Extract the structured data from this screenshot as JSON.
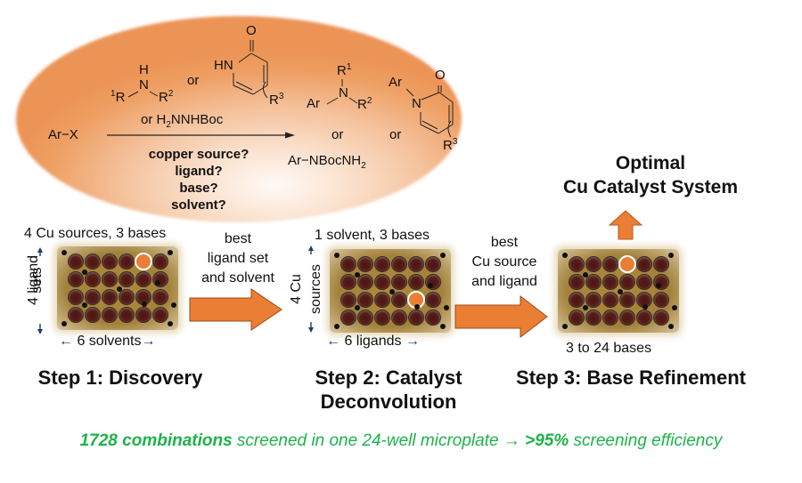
{
  "scheme": {
    "reactant": "Ar−X",
    "amine": {
      "H": "H",
      "N": "N",
      "R1": "R",
      "R1_sup": "1",
      "R2": "R",
      "R2_sup": "2"
    },
    "or_1": "or",
    "pyridone": {
      "O": "O",
      "HN": "HN",
      "R3": "R",
      "R3_sup": "3"
    },
    "or_hydrazine": "or H",
    "hydrazine_sub": "2",
    "hydrazine_rest": "NNHBoc",
    "conditions": [
      "copper source?",
      "ligand?",
      "base?",
      "solvent?"
    ],
    "product_amine": {
      "R1": "R",
      "R1_sup": "1",
      "N": "N",
      "Ar": "Ar",
      "R2": "R",
      "R2_sup": "2"
    },
    "product_pyridone": {
      "Ar": "Ar",
      "N": "N",
      "O": "O",
      "R3": "R",
      "R3_sup": "3"
    },
    "or_2": "or",
    "or_3": "or",
    "product_hydrazine": "Ar−NBocNH",
    "product_hydrazine_sub": "2"
  },
  "step1": {
    "top_label": "4 Cu sources, 3 bases",
    "side_label_1": "4 ligand",
    "side_label_2": "sets",
    "bottom_label": "6 solvents",
    "title": "Step 1: Discovery",
    "hit_well": {
      "row": 1,
      "col": 5
    }
  },
  "arrow1": {
    "label_lines": [
      "best",
      "ligand set",
      "and solvent"
    ]
  },
  "step2": {
    "top_label": "1 solvent, 3 bases",
    "side_label_1": "4 Cu",
    "side_label_2": "sources",
    "bottom_label": "6 ligands",
    "title_line1": "Step 2: Catalyst",
    "title_line2": "Deconvolution",
    "hit_well": {
      "row": 3,
      "col": 5
    }
  },
  "arrow2": {
    "label_lines": [
      "best",
      "Cu source",
      "and ligand"
    ]
  },
  "step3": {
    "bottom_label": "3 to 24 bases",
    "title": "Step 3: Base Refinement",
    "hit_well": {
      "row": 1,
      "col": 4
    }
  },
  "outcome": {
    "line1": "Optimal",
    "line2": "Cu Catalyst System"
  },
  "footer": {
    "bold1": "1728 combinations",
    "text1": " screened in one 24-well microplate ",
    "arrow": "→",
    "bold2": " >95%",
    "text2": " screening efficiency"
  },
  "colors": {
    "accent_orange": "#ea7e35",
    "footer_green": "#1db34a",
    "dim_arrow_blue": "#1f3a6e"
  }
}
